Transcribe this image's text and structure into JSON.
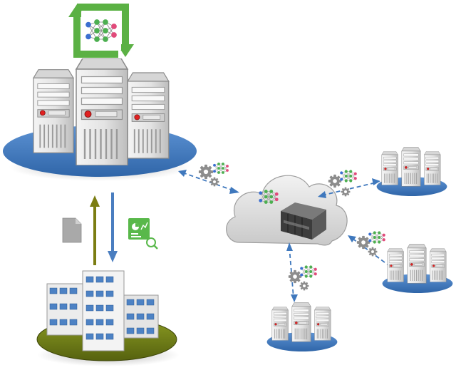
{
  "diagram": {
    "nodes": [
      {
        "id": "central-server-cluster",
        "icon": "server-rack-icon"
      },
      {
        "id": "model-update-cycle",
        "icon": "neural-network-icon"
      },
      {
        "id": "enterprise-building",
        "icon": "office-building-icon"
      },
      {
        "id": "cloud-aggregator",
        "icon": "cloud-server-icon"
      },
      {
        "id": "edge-cluster-top-right",
        "icon": "server-rack-icon"
      },
      {
        "id": "edge-cluster-right",
        "icon": "server-rack-icon"
      },
      {
        "id": "edge-cluster-bottom",
        "icon": "server-rack-icon"
      }
    ],
    "edges": [
      {
        "from": "central-server-cluster",
        "to": "cloud-aggregator",
        "style": "dashed-bidirectional"
      },
      {
        "from": "cloud-aggregator",
        "to": "edge-cluster-top-right",
        "style": "dashed-bidirectional"
      },
      {
        "from": "edge-cluster-right",
        "to": "cloud-aggregator",
        "style": "dashed"
      },
      {
        "from": "cloud-aggregator",
        "to": "edge-cluster-bottom",
        "style": "dashed"
      },
      {
        "from": "enterprise-building",
        "to": "central-server-cluster",
        "style": "solid",
        "color": "#7b7d12"
      },
      {
        "from": "central-server-cluster",
        "to": "enterprise-building",
        "style": "solid",
        "color": "#4a7ec0"
      }
    ],
    "colors": {
      "platform_blue": "#3f78bd",
      "arrow_blue": "#4a7ec0",
      "arrow_olive": "#7b7d12",
      "cycle_green": "#5bb144",
      "building_base": "#6b7a1a",
      "cloud_gray": "#d9d9d9"
    }
  }
}
